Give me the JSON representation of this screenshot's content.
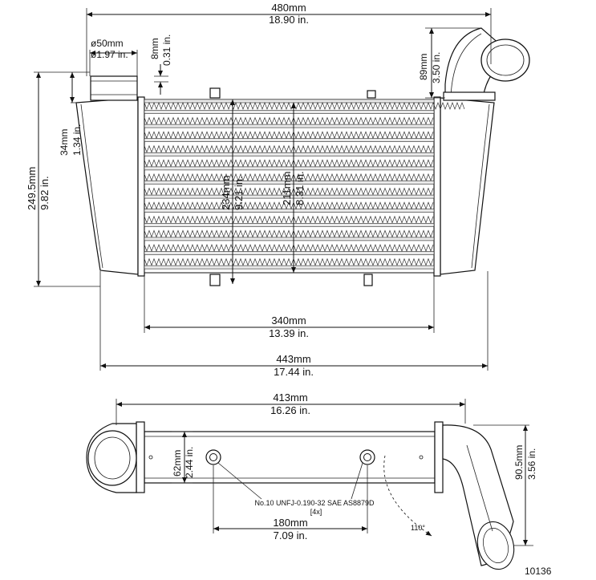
{
  "top_view": {
    "width_overall": {
      "mm": "480mm",
      "in": "18.90 in."
    },
    "inlet_diameter": {
      "mm": "ø50mm",
      "in": "ø1.97 in."
    },
    "inlet_lip": {
      "mm": "8mm",
      "in": "0.31 in."
    },
    "outlet_height": {
      "mm": "89mm",
      "in": "3.50 in."
    },
    "header_offset": {
      "mm": "34mm",
      "in": "1.34 in."
    },
    "height_overall": {
      "mm": "249.5mm",
      "in": "9.82 in."
    },
    "core_height_outer": {
      "mm": "234mm",
      "in": "9.21 in."
    },
    "core_height_inner": {
      "mm": "211mm",
      "in": "8.31 in."
    },
    "core_width": {
      "mm": "340mm",
      "in": "13.39 in."
    },
    "tank_width": {
      "mm": "443mm",
      "in": "17.44 in."
    }
  },
  "bottom_view": {
    "width": {
      "mm": "413mm",
      "in": "16.26 in."
    },
    "depth": {
      "mm": "62mm",
      "in": "2.44 in."
    },
    "outlet_depth": {
      "mm": "90.5mm",
      "in": "3.56 in."
    },
    "mount_spacing": {
      "mm": "180mm",
      "in": "7.09 in."
    },
    "thread_note": "No.10 UNFJ-0.190-32 SAE AS8879D",
    "thread_qty": "[4x]",
    "angle": "110°"
  },
  "part_number": "10136"
}
